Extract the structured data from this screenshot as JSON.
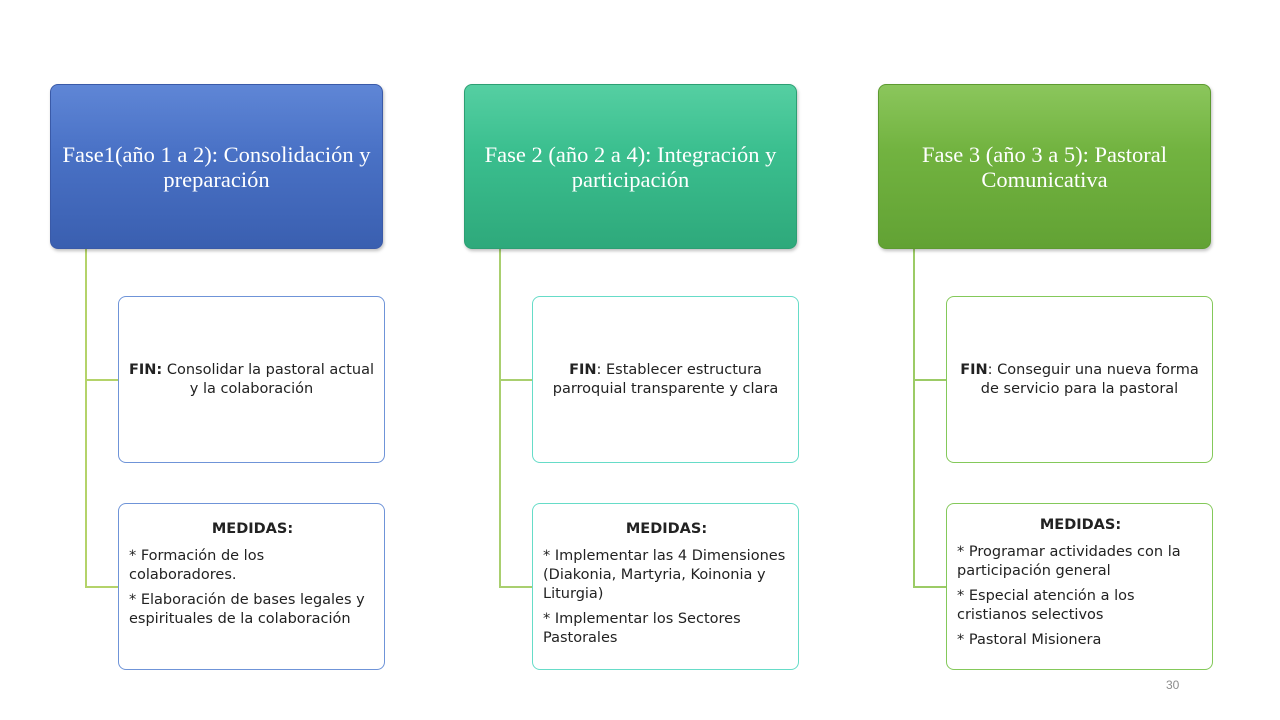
{
  "phases": [
    {
      "title": "Fase1(año 1 a 2): Consolidación y preparación",
      "fin_label": "FIN:",
      "fin_text": " Consolidar la pastoral actual y la colaboración",
      "medidas_title": "MEDIDAS:",
      "medidas": [
        "* Formación de los colaboradores.",
        "* Elaboración de bases legales y espirituales de la colaboración"
      ]
    },
    {
      "title": "Fase 2 (año 2 a 4): Integración y participación",
      "fin_label": "FIN",
      "fin_text": ": Establecer estructura parroquial transparente y clara",
      "medidas_title": "MEDIDAS:",
      "medidas": [
        "* Implementar las 4 Dimensiones (Diakonia, Martyria, Koinonia y Liturgia)",
        "* Implementar los Sectores Pastorales"
      ]
    },
    {
      "title": "Fase 3 (año 3 a 5): Pastoral Comunicativa",
      "fin_label": "FIN",
      "fin_text": ": Conseguir una nueva forma de servicio para la pastoral",
      "medidas_title": "MEDIDAS:",
      "medidas": [
        "* Programar actividades con la participación general",
        "* Especial atención a los cristianos selectivos",
        "* Pastoral Misionera"
      ]
    }
  ],
  "page_number": "30",
  "colors": {
    "phase1": "#4a72c6",
    "phase2": "#3bbf8f",
    "phase3": "#72b340"
  }
}
